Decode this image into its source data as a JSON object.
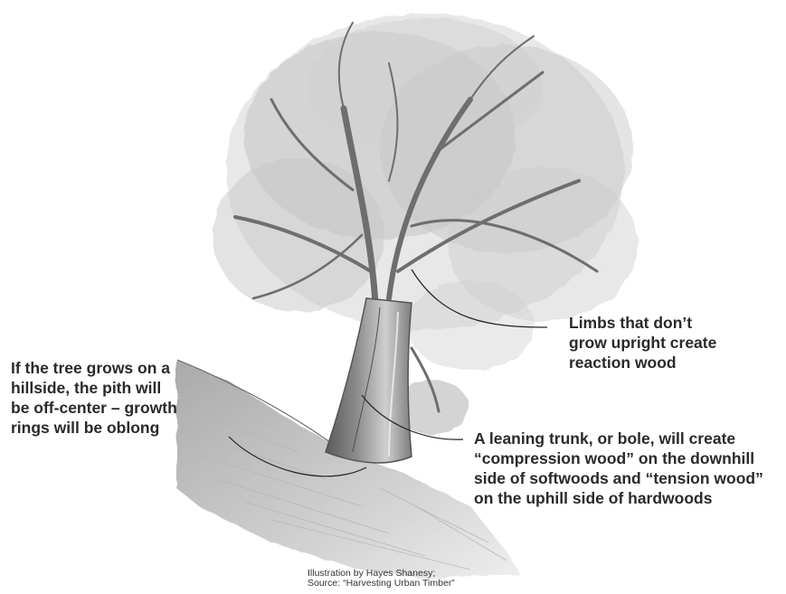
{
  "annotations": {
    "limbs": [
      "Limbs that don’t",
      "grow upright create",
      "reaction wood"
    ],
    "hillside": [
      "If the tree grows on a",
      "hillside, the pith will",
      "be off-center – growth",
      "rings will be oblong"
    ],
    "trunk": [
      "A leaning trunk, or bole, will create",
      "“compression wood” on the downhill",
      "side of softwoods and “tension wood”",
      "on the uphill side of hardwoods"
    ]
  },
  "credit": [
    "Illustration by Hayes Shanesy;",
    "Source: “Harvesting Urban Timber”"
  ],
  "illustration": {
    "subject": "tree-on-hillside-sketch",
    "palette": [
      "#555555",
      "#9a9a9a",
      "#d8d8d8"
    ]
  }
}
